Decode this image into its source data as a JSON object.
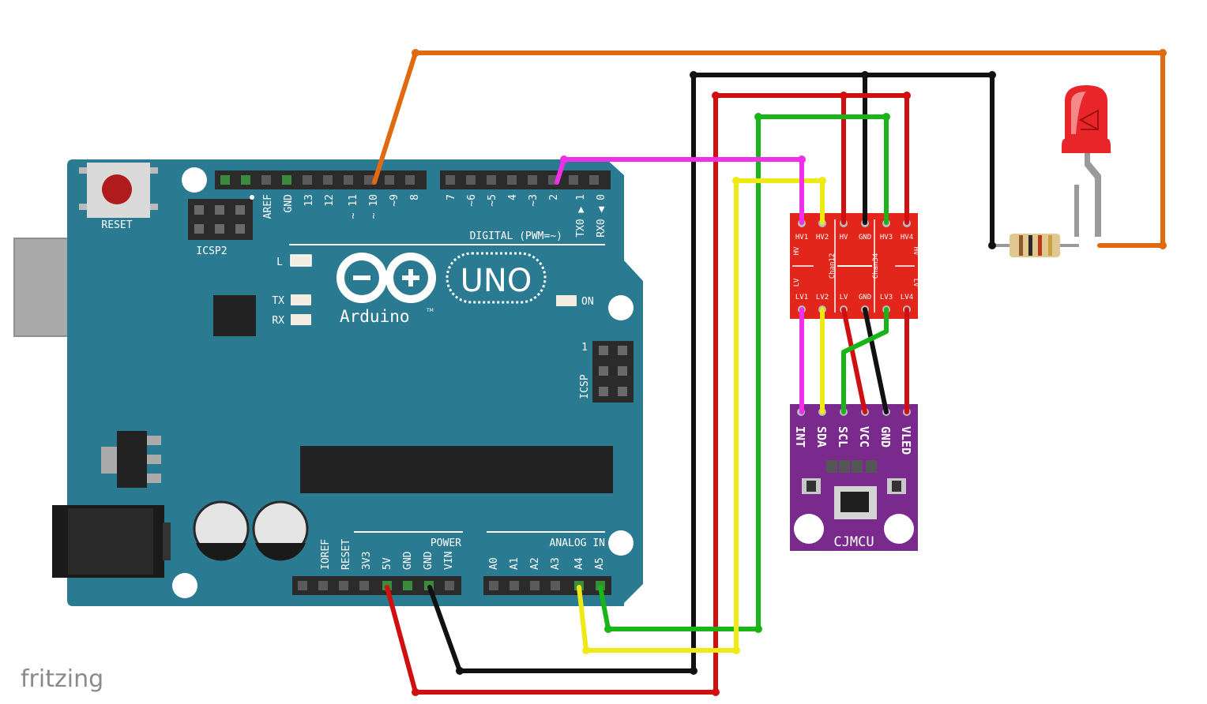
{
  "watermark": "fritzing",
  "arduino": {
    "reset": "RESET",
    "icsp2": "ICSP2",
    "icsp": "ICSP",
    "icsp_pin1": "1",
    "digital": "DIGITAL (PWM=~)",
    "header_top_left": [
      "AREF",
      "GND",
      "13",
      "12",
      "~ 11",
      "~ 10",
      "~9",
      "8"
    ],
    "header_top_right": [
      "7",
      "~6",
      "~5",
      "4",
      "~3",
      "2",
      "TX0 ▶ 1",
      "RX0 ◀ 0"
    ],
    "led_l": "L",
    "led_tx": "TX",
    "led_rx": "RX",
    "led_on": "ON",
    "logo_uno": "UNO",
    "logo_arduino": "Arduino",
    "logo_tm": "TM",
    "power": "POWER",
    "analog": "ANALOG IN",
    "power_pins": [
      "IOREF",
      "RESET",
      "3V3",
      "5V",
      "GND",
      "GND",
      "VIN"
    ],
    "analog_pins": [
      "A0",
      "A1",
      "A2",
      "A3",
      "A4",
      "A5"
    ]
  },
  "shifter": {
    "top_pins": [
      "HV1",
      "HV2",
      "HV",
      "GND",
      "HV3",
      "HV4"
    ],
    "bottom_pins": [
      "LV1",
      "LV2",
      "LV",
      "GND",
      "LV3",
      "LV4"
    ],
    "side_hv": "HV",
    "side_lv": "LV",
    "chan12": "Chan12",
    "chan34": "Chan34"
  },
  "sensor": {
    "pins": [
      "INT",
      "SDA",
      "SCL",
      "VCC",
      "GND",
      "VLED"
    ],
    "brand": "CJMCU"
  },
  "colors": {
    "board": "#2a7a92",
    "shifter": "#e2261c",
    "sensor": "#7a2a8c",
    "wire_red": "#d01010",
    "wire_black": "#111111",
    "wire_green": "#18b418",
    "wire_yellow": "#f0ea14",
    "wire_magenta": "#f030e6",
    "wire_orange": "#e06a10"
  }
}
